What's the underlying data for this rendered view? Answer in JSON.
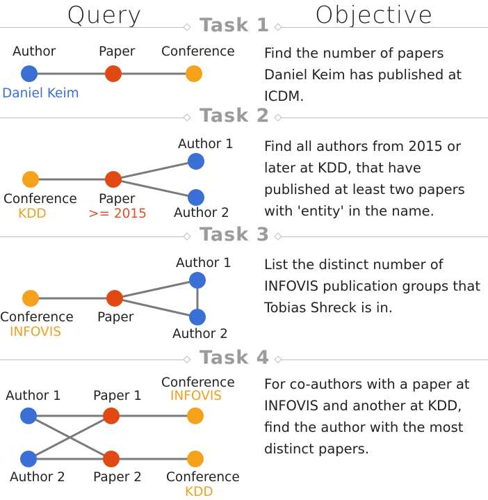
{
  "headers": {
    "query": "Query",
    "objective": "Objective"
  },
  "colors": {
    "author": "#3a6fd6",
    "paper": "#e04a12",
    "conference": "#f5a21a",
    "edge": "#7a7a7a",
    "author_text": "#3a6fd6",
    "paper_text": "#e0502a",
    "conference_text": "#f0a020"
  },
  "tasks": [
    {
      "title": "Task 1",
      "labels": {
        "author": "Author",
        "paper": "Paper",
        "conference": "Conference",
        "author_value": "Daniel Keim"
      },
      "objective": [
        "Find the number of papers",
        "Daniel Keim has published at",
        "ICDM."
      ]
    },
    {
      "title": "Task 2",
      "labels": {
        "conference": "Conference",
        "conference_value": "KDD",
        "paper": "Paper",
        "paper_value": ">= 2015",
        "author1": "Author 1",
        "author2": "Author 2"
      },
      "objective": [
        "Find all authors from 2015 or",
        "later at KDD, that have",
        "published at least two papers",
        "with 'entity' in the name."
      ]
    },
    {
      "title": "Task 3",
      "labels": {
        "conference": "Conference",
        "conference_value": "INFOVIS",
        "paper": "Paper",
        "author1": "Author 1",
        "author2": "Author 2"
      },
      "objective": [
        "List the distinct number of",
        "INFOVIS publication groups that",
        "Tobias Shreck is in."
      ]
    },
    {
      "title": "Task 4",
      "labels": {
        "author1": "Author 1",
        "author2": "Author 2",
        "paper1": "Paper 1",
        "paper2": "Paper 2",
        "conference1": "Conference",
        "conference1_value": "INFOVIS",
        "conference2": "Conference",
        "conference2_value": "KDD"
      },
      "objective": [
        "For co-authors with a paper at",
        "INFOVIS and another at KDD,",
        "find the author with the most",
        "distinct papers."
      ]
    }
  ]
}
